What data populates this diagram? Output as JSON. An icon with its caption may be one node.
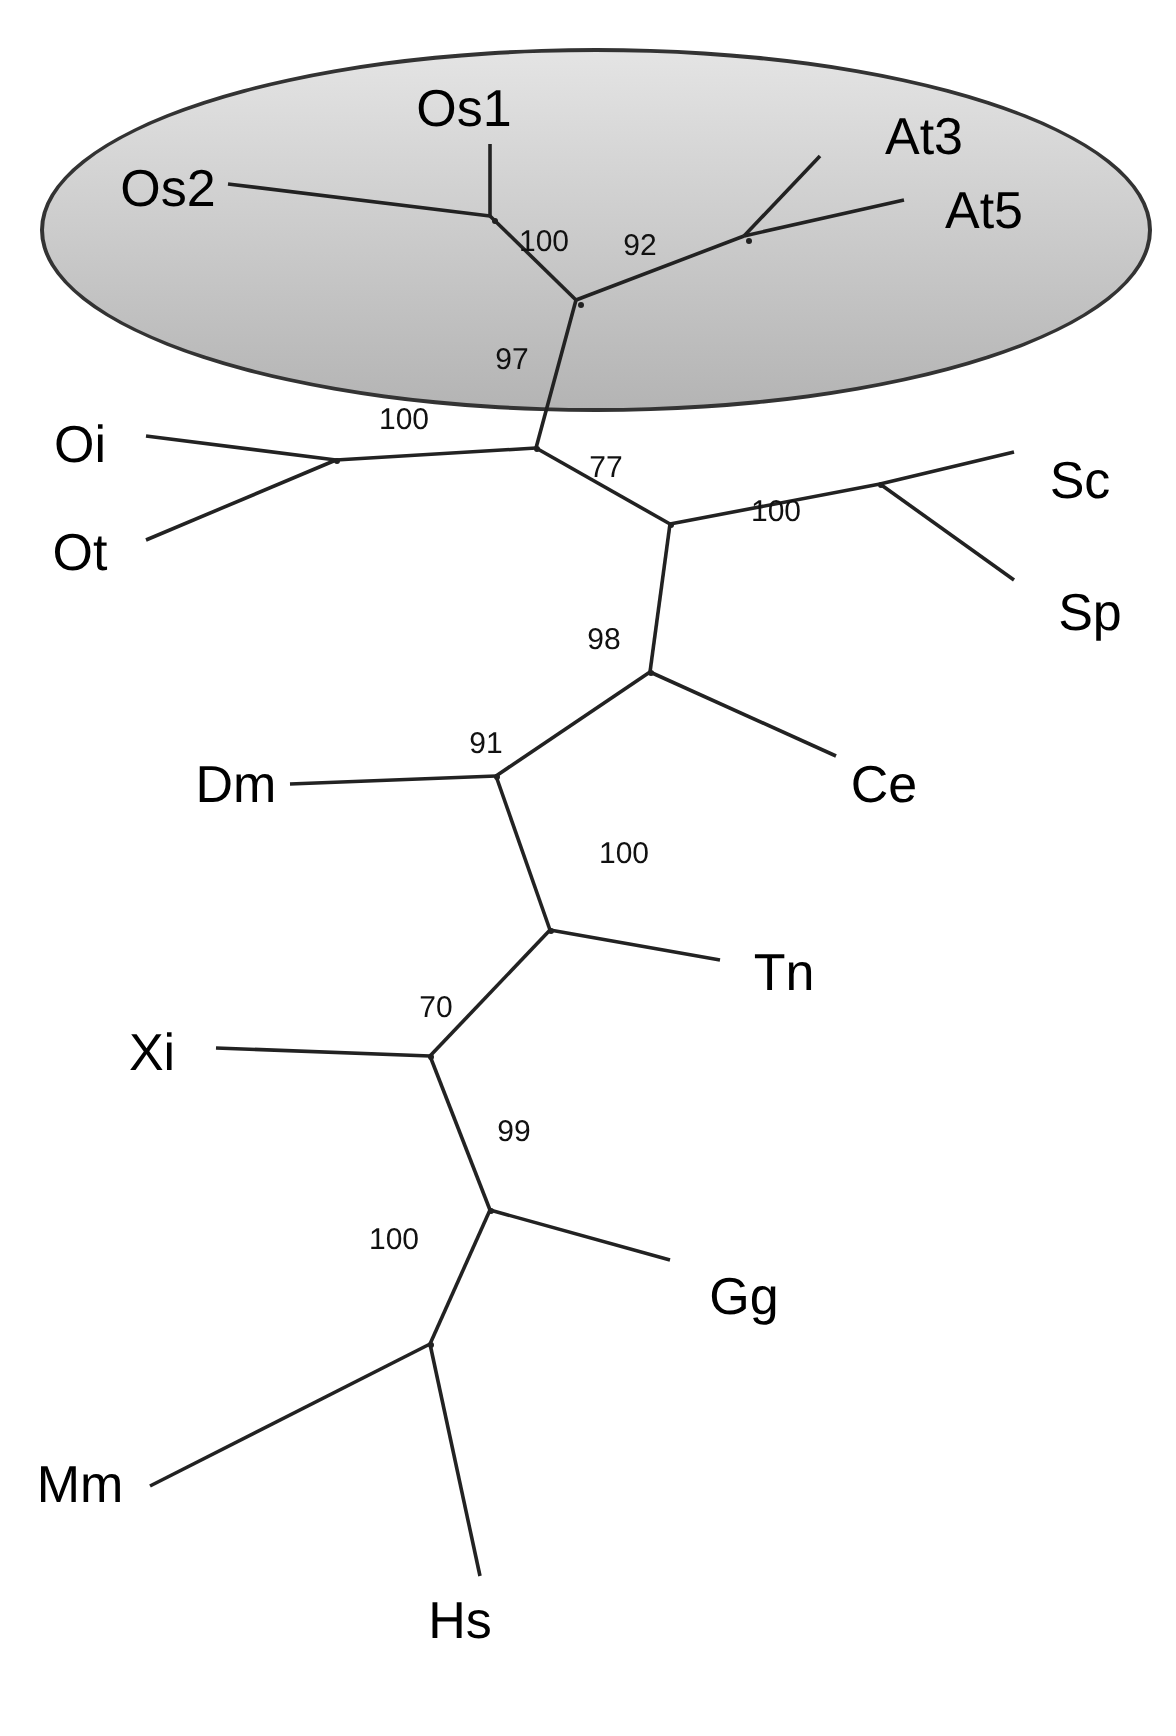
{
  "diagram": {
    "nodes": [
      {
        "text": [],
        "shape": "ellipse"
      },
      {
        "text": [
          "Os1"
        ],
        "in": 0
      },
      {
        "text": [
          "Os2"
        ],
        "in": 0
      },
      {
        "text": [
          "At3"
        ],
        "in": 0
      },
      {
        "text": [
          "At5"
        ],
        "in": 0
      },
      {
        "text": [],
        "shape": "point",
        "in": 0
      },
      {
        "text": [],
        "shape": "point",
        "in": 0
      },
      {
        "text": [],
        "shape": "point",
        "in": 0
      },
      {
        "text": [
          "Oi"
        ]
      },
      {
        "text": [
          "Ot"
        ]
      },
      {
        "text": [],
        "shape": "point"
      },
      {
        "text": [],
        "shape": "point"
      },
      {
        "text": [
          "Sc"
        ]
      },
      {
        "text": [
          "Sp"
        ]
      },
      {
        "text": [],
        "shape": "point"
      },
      {
        "text": [],
        "shape": "point"
      },
      {
        "text": [],
        "shape": "point"
      },
      {
        "text": [
          "Ce"
        ]
      },
      {
        "text": [
          "Dm"
        ]
      },
      {
        "text": [],
        "shape": "point"
      },
      {
        "text": [],
        "shape": "point"
      },
      {
        "text": [
          "Tn"
        ]
      },
      {
        "text": [
          "Xi"
        ]
      },
      {
        "text": [],
        "shape": "point"
      },
      {
        "text": [],
        "shape": "point"
      },
      {
        "text": [
          "Gg"
        ]
      },
      {
        "text": [
          "Mm"
        ]
      },
      {
        "text": [],
        "shape": "point"
      },
      {
        "text": [
          "Hs"
        ]
      }
    ],
    "edges": [
      {
        "from": 1,
        "to": 5,
        "arrow": "none"
      },
      {
        "from": 2,
        "to": 5,
        "arrow": "none"
      },
      {
        "from": 5,
        "to": 7,
        "arrow": "none",
        "label": "100"
      },
      {
        "from": 3,
        "to": 6,
        "arrow": "none"
      },
      {
        "from": 4,
        "to": 6,
        "arrow": "none"
      },
      {
        "from": 6,
        "to": 7,
        "arrow": "none",
        "label": "92"
      },
      {
        "from": 7,
        "to": 11,
        "arrow": "none",
        "label": "97"
      },
      {
        "from": 8,
        "to": 10,
        "arrow": "none"
      },
      {
        "from": 9,
        "to": 10,
        "arrow": "none"
      },
      {
        "from": 10,
        "to": 11,
        "arrow": "none",
        "label": "100"
      },
      {
        "from": 11,
        "to": 14,
        "arrow": "none",
        "label": "77"
      },
      {
        "from": 14,
        "to": 15,
        "arrow": "none",
        "label": "100"
      },
      {
        "from": 15,
        "to": 12,
        "arrow": "none"
      },
      {
        "from": 15,
        "to": 13,
        "arrow": "none"
      },
      {
        "from": 14,
        "to": 16,
        "arrow": "none",
        "label": "98"
      },
      {
        "from": 16,
        "to": 17,
        "arrow": "none"
      },
      {
        "from": 16,
        "to": 19,
        "arrow": "none",
        "label": "91"
      },
      {
        "from": 18,
        "to": 19,
        "arrow": "none"
      },
      {
        "from": 19,
        "to": 20,
        "arrow": "none",
        "label": "100"
      },
      {
        "from": 20,
        "to": 21,
        "arrow": "none"
      },
      {
        "from": 20,
        "to": 23,
        "arrow": "none",
        "label": "70"
      },
      {
        "from": 22,
        "to": 23,
        "arrow": "none"
      },
      {
        "from": 23,
        "to": 24,
        "arrow": "none",
        "label": "99"
      },
      {
        "from": 24,
        "to": 25,
        "arrow": "none"
      },
      {
        "from": 24,
        "to": 27,
        "arrow": "none",
        "label": "100"
      },
      {
        "from": 26,
        "to": 27,
        "arrow": "none"
      },
      {
        "from": 27,
        "to": 28,
        "arrow": "none"
      }
    ]
  }
}
